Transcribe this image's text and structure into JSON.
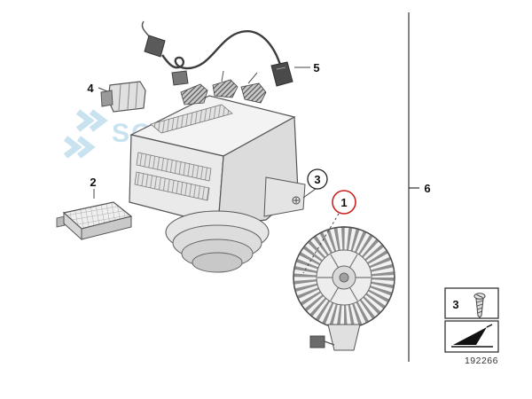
{
  "diagram": {
    "watermark_text": "SOL",
    "part_number": "192266",
    "callouts": {
      "one": "1",
      "two": "2",
      "three": "3",
      "four": "4",
      "five": "5",
      "six": "6"
    },
    "legend": {
      "number": "3",
      "icons": [
        "screw-icon",
        "direction-arrow-icon"
      ]
    },
    "colors": {
      "highlight_circle": "#cc2222",
      "watermark_blue": "#bcdcec",
      "line_grey": "#555555"
    }
  }
}
